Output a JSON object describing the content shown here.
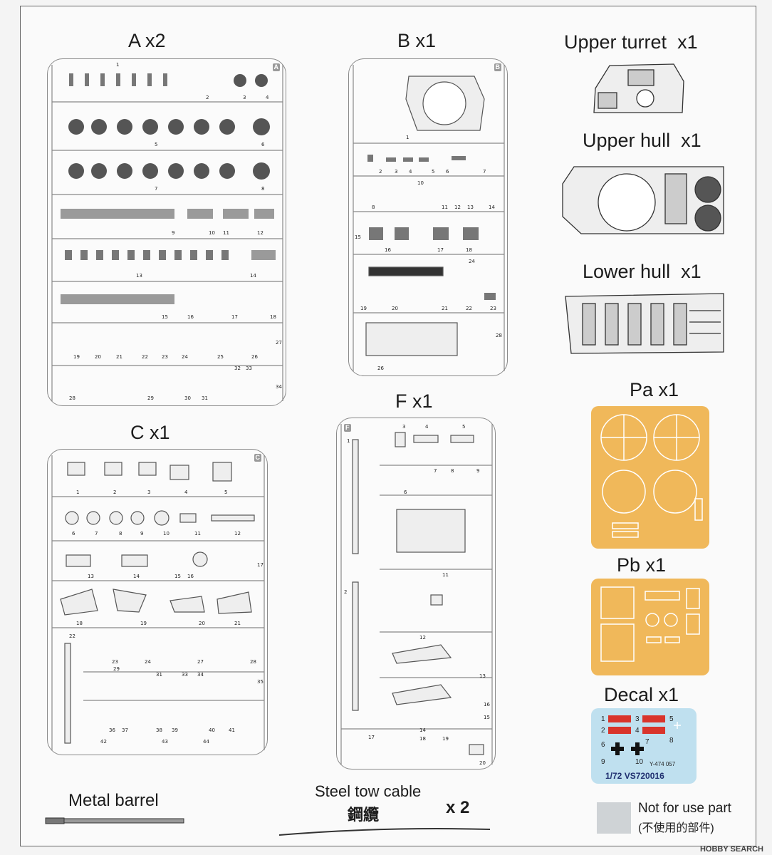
{
  "titles": {
    "a": "A x2",
    "b": "B x1",
    "c": "C x1",
    "f": "F x1",
    "upper_turret": "Upper turret",
    "upper_turret_qty": "x1",
    "upper_hull": "Upper hull",
    "upper_hull_qty": "x1",
    "lower_hull": "Lower hull",
    "lower_hull_qty": "x1",
    "pa": "Pa x1",
    "pb": "Pb x1",
    "decal": "Decal x1",
    "metal_barrel": "Metal barrel",
    "steel_tow_cable": "Steel tow cable",
    "steel_tow_cable_cjk": "鋼纜",
    "steel_tow_cable_qty": "x 2"
  },
  "sprue_letters": {
    "a": "A",
    "b": "B",
    "c": "C",
    "f": "F"
  },
  "decal": {
    "code": "1/72  VS720016",
    "numbers": [
      "1",
      "2",
      "3",
      "4",
      "5",
      "6",
      "7",
      "8",
      "9",
      "10"
    ],
    "plate": "Y-474 057"
  },
  "legend": {
    "not_for_use": "Not for use part",
    "not_for_use_cjk": "(不使用的部件)"
  },
  "watermark": "HOBBY SEARCH",
  "colors": {
    "photo_etch": "#f0b85a",
    "decal_sheet": "#bfe0ef",
    "not_for_use": "#cfd3d6"
  }
}
